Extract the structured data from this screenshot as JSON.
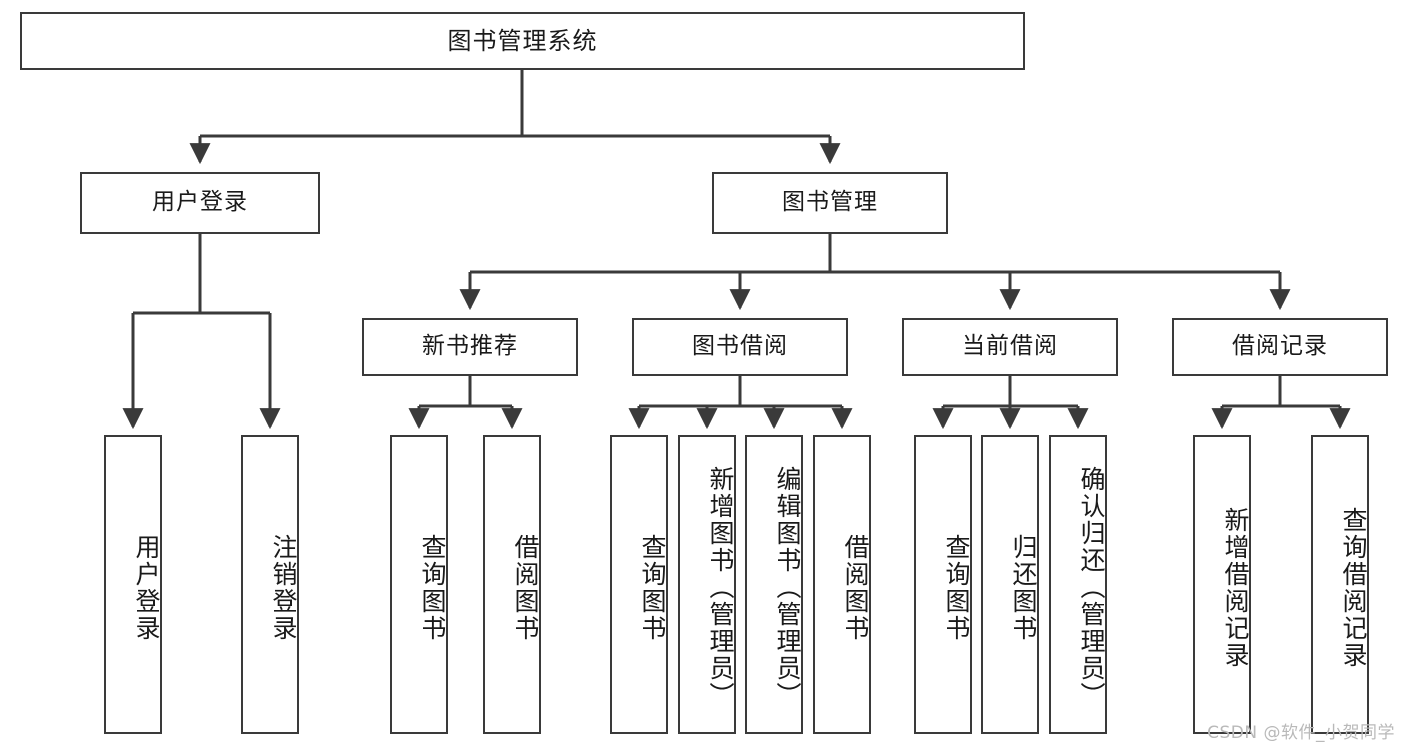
{
  "diagram": {
    "title": "图书管理系统",
    "type": "tree",
    "colors": {
      "box_border": "#3a3a3a",
      "box_fill": "#ffffff",
      "edge": "#3a3a3a",
      "text": "#1a1a1a",
      "watermark": "#b9b9b9",
      "background": "#ffffff"
    },
    "nodes": {
      "root": {
        "label": "图书管理系统"
      },
      "level2": [
        {
          "label": "用户登录"
        },
        {
          "label": "图书管理"
        }
      ],
      "level3": [
        {
          "label": "新书推荐"
        },
        {
          "label": "图书借阅"
        },
        {
          "label": "当前借阅"
        },
        {
          "label": "借阅记录"
        }
      ],
      "leaves": {
        "user_login": [
          {
            "label": "用户登录"
          },
          {
            "label": "注销登录"
          }
        ],
        "new_book_recommend": [
          {
            "label": "查询图书"
          },
          {
            "label": "借阅图书"
          }
        ],
        "book_borrow": [
          {
            "label": "查询图书"
          },
          {
            "label": "新增图书（管理员）"
          },
          {
            "label": "编辑图书（管理员）"
          },
          {
            "label": "借阅图书"
          }
        ],
        "current_borrow": [
          {
            "label": "查询图书"
          },
          {
            "label": "归还图书"
          },
          {
            "label": "确认归还（管理员）"
          }
        ],
        "borrow_record": [
          {
            "label": "新增借阅记录"
          },
          {
            "label": "查询借阅记录"
          }
        ]
      }
    },
    "watermark": "CSDN @软件_小贺同学"
  }
}
